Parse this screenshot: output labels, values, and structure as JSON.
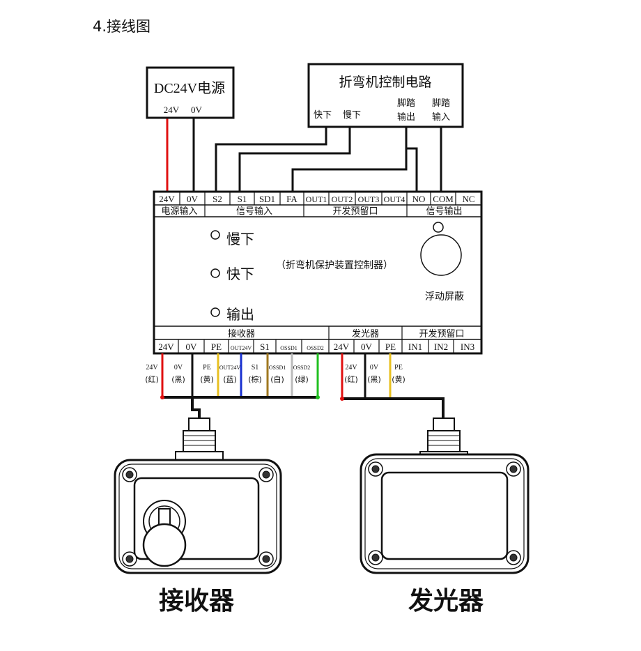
{
  "heading": "4.接线图",
  "power_box": {
    "title": "DC24V电源",
    "t1": "24V",
    "t2": "0V"
  },
  "bender_box": {
    "title": "折弯机控制电路",
    "fast_down": "快下",
    "slow_down": "慢下",
    "foot_out_1": "脚踏",
    "foot_out_2": "输出",
    "foot_in_1": "脚踏",
    "foot_in_2": "输入"
  },
  "top_terminals": [
    "24V",
    "0V",
    "S2",
    "S1",
    "SD1",
    "FA",
    "OUT1",
    "OUT2",
    "OUT3",
    "OUT4",
    "NO",
    "COM",
    "NC"
  ],
  "top_groups": [
    "电源输入",
    "信号输入",
    "开发预留口",
    "信号输出"
  ],
  "indicators": [
    "慢下",
    "快下",
    "输出"
  ],
  "device_name": "（折弯机保护装置控制器）",
  "float_shield": "浮动屏蔽",
  "bottom_groups": [
    "接收器",
    "发光器",
    "开发预留口"
  ],
  "bottom_terminals": [
    "24V",
    "0V",
    "PE",
    "OUT24V",
    "S1",
    "OSSD1",
    "OSSD2",
    "24V",
    "0V",
    "PE",
    "IN1",
    "IN2",
    "IN3"
  ],
  "wire_labels_receiver": [
    {
      "a": "24V",
      "b": "(红)"
    },
    {
      "a": "0V",
      "b": "(黑)"
    },
    {
      "a": "PE",
      "b": "(黄)"
    },
    {
      "a": "OUT24V",
      "b": "(蓝)"
    },
    {
      "a": "S1",
      "b": "(棕)"
    },
    {
      "a": "OSSD1",
      "b": "(白)"
    },
    {
      "a": "OSSD2",
      "b": "(绿)"
    }
  ],
  "wire_labels_emitter": [
    {
      "a": "24V",
      "b": "(红)"
    },
    {
      "a": "0V",
      "b": "(黑)"
    },
    {
      "a": "PE",
      "b": "(黄)"
    }
  ],
  "receiver_label": "接收器",
  "emitter_label": "发光器",
  "wire_colors": {
    "red": "#e01010",
    "black": "#111111",
    "yellow": "#e8c020",
    "blue": "#1830d0",
    "brown": "#a07820",
    "white": "#bbbbbb",
    "green": "#20c020"
  }
}
